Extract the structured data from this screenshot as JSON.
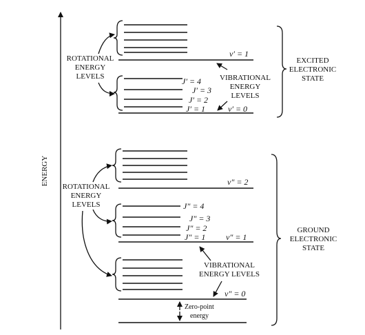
{
  "axis": {
    "label": "ENERGY"
  },
  "excited": {
    "state_label": [
      "EXCITED",
      "ELECTRONIC",
      "STATE"
    ],
    "rotational_label": [
      "ROTATIONAL",
      "ENERGY",
      "LEVELS"
    ],
    "vibrational_label": [
      "VIBRATIONAL",
      "ENERGY",
      "LEVELS"
    ],
    "v_upper": "v′ = 1",
    "v_lower": "v′ = 0",
    "j_labels": [
      "J′ = 4",
      "J′ = 3",
      "J′ = 2",
      "J′ = 1"
    ]
  },
  "ground": {
    "state_label": [
      "GROUND",
      "ELECTRONIC",
      "STATE"
    ],
    "rotational_label": [
      "ROTATIONAL",
      "ENERGY",
      "LEVELS"
    ],
    "vibrational_label": [
      "VIBRATIONAL",
      "ENERGY LEVELS"
    ],
    "v2": "v″ = 2",
    "v1": "v″ = 1",
    "v0": "v″ = 0",
    "j_labels": [
      "J″ = 4",
      "J″ = 3",
      "J″ = 2",
      "J″ = 1"
    ],
    "zero_point": [
      "Zero-point",
      "energy"
    ]
  }
}
